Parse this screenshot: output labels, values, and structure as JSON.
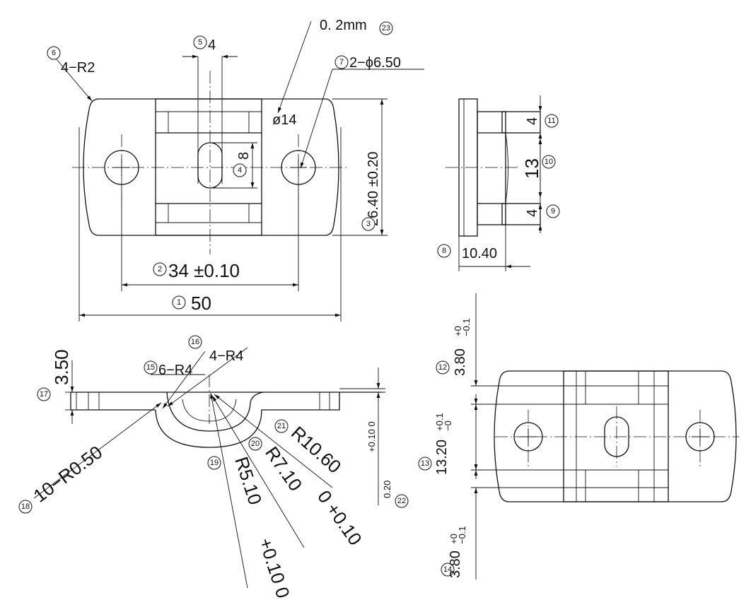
{
  "dimensions": {
    "d1": "50",
    "d2": "34 ±0.10",
    "d3": "26.40 ±0.20",
    "d4": "8",
    "d5": "4",
    "d6": "4−R2",
    "d7": "2−ϕ6.50",
    "d8": "10.40",
    "d9": "4",
    "d10": "13",
    "d11": "4",
    "d12": "3.80",
    "d12_tol_upper": "+0",
    "d12_tol_lower": "−0.1",
    "d13": "13.20",
    "d13_tol_upper": "+0.1",
    "d13_tol_lower": "−0",
    "d14": "3.80",
    "d14_tol_upper": "+0",
    "d14_tol_lower": "−0.1",
    "d15": "6−R4",
    "d16": "4−R4",
    "d17": "3.50",
    "d18": "10−R0.50",
    "d19": "R5.10",
    "d19_tol": "+0.10 0",
    "d20": "R7.10",
    "d20_tol": "0 +0.10",
    "d21": "R10.60",
    "d22": "0.20",
    "d22_tol": "+0.10 0",
    "d23": "0. 2mm",
    "d_phi14": "ø14"
  },
  "balloons": [
    "1",
    "2",
    "3",
    "4",
    "5",
    "6",
    "7",
    "8",
    "9",
    "10",
    "11",
    "12",
    "13",
    "14",
    "15",
    "16",
    "17",
    "18",
    "19",
    "20",
    "21",
    "22",
    "23"
  ]
}
